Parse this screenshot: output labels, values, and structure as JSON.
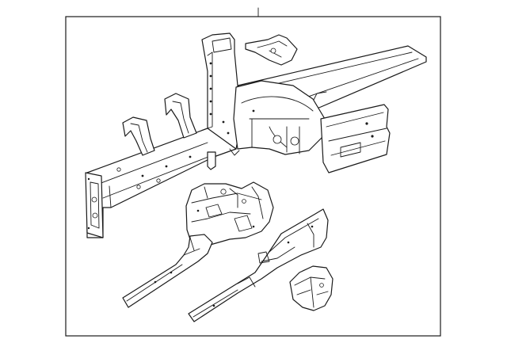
{
  "diagram": {
    "callout_label": "",
    "parts": [
      "frame-rail-assembly",
      "upper-bracket",
      "apron-reinforcement",
      "lower-rail-left",
      "lower-rail-right",
      "small-bracket"
    ],
    "line_color": "#1a1a1a",
    "background_color": "#ffffff"
  }
}
